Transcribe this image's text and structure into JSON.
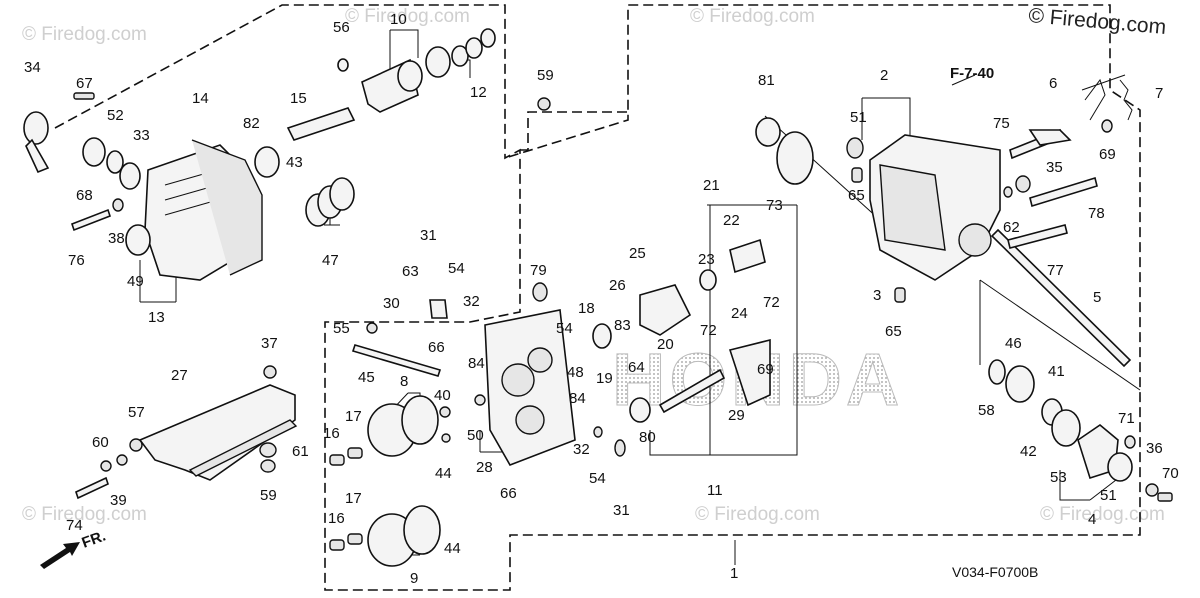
{
  "watermarks": {
    "top_left": "© Firedog.com",
    "top_mid": "© Firedog.com",
    "top_mid2": "© Firedog.com",
    "top_right": "© Firedog.com",
    "bottom_left": "© Firedog.com",
    "bottom_mid": "© Firedog.com",
    "bottom_right": "© Firedog.com"
  },
  "brand_logo": "HONDA",
  "reference": "F-7-40",
  "diagram_code": "V034-F0700B",
  "direction_label": "FR.",
  "labels": {
    "p1": "1",
    "p2": "2",
    "p3": "3",
    "p4": "4",
    "p5": "5",
    "p6": "6",
    "p7": "7",
    "p8": "8",
    "p9": "9",
    "p10": "10",
    "p11": "11",
    "p12": "12",
    "p13": "13",
    "p14": "14",
    "p15": "15",
    "p16a": "16",
    "p16b": "16",
    "p17a": "17",
    "p17b": "17",
    "p18": "18",
    "p19": "19",
    "p20": "20",
    "p21": "21",
    "p22": "22",
    "p23": "23",
    "p24": "24",
    "p25": "25",
    "p26": "26",
    "p27": "27",
    "p28": "28",
    "p29": "29",
    "p30": "30",
    "p31a": "31",
    "p31b": "31",
    "p32a": "32",
    "p32b": "32",
    "p33": "33",
    "p34": "34",
    "p35": "35",
    "p36": "36",
    "p37": "37",
    "p38": "38",
    "p39": "39",
    "p40": "40",
    "p41": "41",
    "p42": "42",
    "p43": "43",
    "p44a": "44",
    "p44b": "44",
    "p45": "45",
    "p46": "46",
    "p47": "47",
    "p48": "48",
    "p49": "49",
    "p50": "50",
    "p51a": "51",
    "p51b": "51",
    "p52": "52",
    "p53": "53",
    "p54a": "54",
    "p54b": "54",
    "p54c": "54",
    "p55": "55",
    "p56": "56",
    "p57": "57",
    "p58": "58",
    "p59a": "59",
    "p59b": "59",
    "p60": "60",
    "p61": "61",
    "p62": "62",
    "p63": "63",
    "p64": "64",
    "p65a": "65",
    "p65b": "65",
    "p66a": "66",
    "p66b": "66",
    "p67": "67",
    "p68": "68",
    "p69a": "69",
    "p69b": "69",
    "p70": "70",
    "p71": "71",
    "p72a": "72",
    "p72b": "72",
    "p73": "73",
    "p74": "74",
    "p75": "75",
    "p76": "76",
    "p77": "77",
    "p78": "78",
    "p79": "79",
    "p80": "80",
    "p81": "81",
    "p82": "82",
    "p83": "83",
    "p84a": "84",
    "p84b": "84"
  }
}
